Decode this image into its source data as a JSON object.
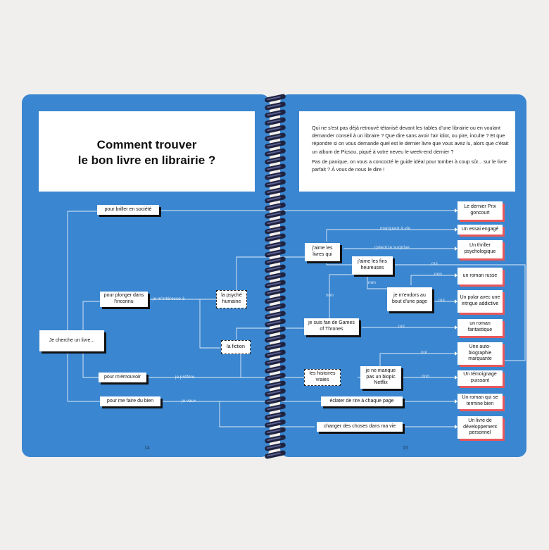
{
  "title": {
    "line1": "Comment trouver",
    "line2": "le bon livre en librairie ?"
  },
  "intro": {
    "p1": "Qui ne s'est pas déjà retrouvé tétanisé devant les tables d'une librairie ou en voulant demander conseil à un libraire ? Que dire sans avoir l'air idiot, ou pire, inculte ? Et que répondre si on vous demande quel est le dernier livre que vous avez lu, alors que c'était un album de Picsou, piqué à votre neveu le week-end dernier ?",
    "p2": "Pas de panique, on vous a concocté le guide idéal pour tomber à coup sûr... sur le livre parfait ? À vous de nous le dire !"
  },
  "nodes": {
    "start": "Je cherche un livre...",
    "briller": "pour briller en société",
    "plonger": "pour plonger dans l'inconnu",
    "emouvoir": "pour m'émouvoir",
    "bien": "pour me faire du bien",
    "psyche": "la psyché humaine",
    "fiction": "la fiction",
    "aime": "j'aime les livres qui",
    "fins": "j'aime les fins heureuses",
    "endors": "je m'endors au bout d'une page",
    "got": "je suis fan de Games of Thrones",
    "histoires": "les histoires vraies",
    "biopic": "je ne manque pas un biopic Netflix",
    "rire": "éclater de rire à chaque page",
    "changer": "changer des choses dans ma vie"
  },
  "results": {
    "goncourt": "Le dernier Prix goncourt",
    "essai": "Un essai engagé",
    "thriller": "Un thriller psychologique",
    "russe": "un roman russe",
    "polar": "Un polar avec une intrigue addictive",
    "fantastique": "un roman fantastique",
    "autobio": "Une auto-biographie marquante",
    "temoignage": "Un témoignage puissant",
    "finbien": "Un roman qui se termine bien",
    "dev": "Un livre de développement personnel"
  },
  "labels": {
    "interesse": "je m'intéresse à",
    "prefere": "je préfère",
    "veux": "je veux",
    "marquant": "marquant à vie",
    "surprise": "créent la surprise",
    "oui1": "oui",
    "non1": "non",
    "non2": "non",
    "non3": "non",
    "oui2": "oui",
    "oui3": "oui",
    "oui4": "oui",
    "non4": "non"
  },
  "page_numbers": {
    "left": "14",
    "right": "15"
  },
  "colors": {
    "page": "#3a86d0",
    "shadow": "#111111",
    "result_shadow": "#e8575b",
    "background": "#f0efed"
  }
}
